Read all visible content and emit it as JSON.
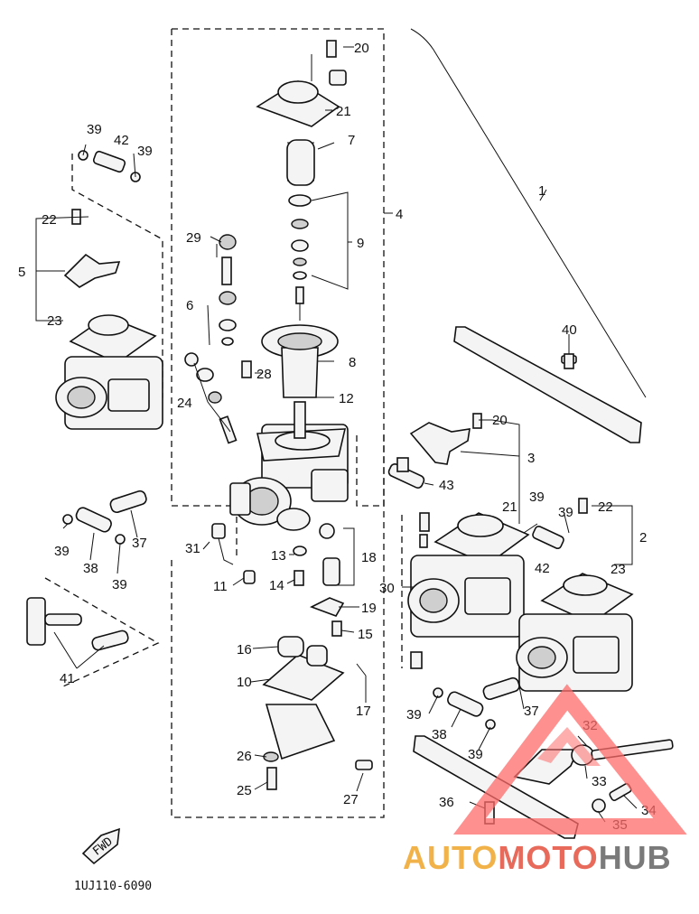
{
  "diagram": {
    "part_code": "1UJ110-6090",
    "fwd_mark": "FWD",
    "callouts": [
      "1",
      "2",
      "3",
      "4",
      "5",
      "6",
      "7",
      "8",
      "9",
      "10",
      "11",
      "12",
      "13",
      "14",
      "15",
      "16",
      "17",
      "18",
      "19",
      "20",
      "21",
      "22",
      "23",
      "24",
      "25",
      "26",
      "27",
      "28",
      "29",
      "30",
      "31",
      "32",
      "33",
      "34",
      "35",
      "36",
      "37",
      "38",
      "39",
      "40",
      "41",
      "42",
      "43"
    ],
    "watermark": {
      "part_a": "AUTO",
      "part_b": "MOTO",
      "part_c": "HUB",
      "colors": [
        "#f2b24a",
        "#e86a5a",
        "#7a7a7a"
      ]
    }
  }
}
